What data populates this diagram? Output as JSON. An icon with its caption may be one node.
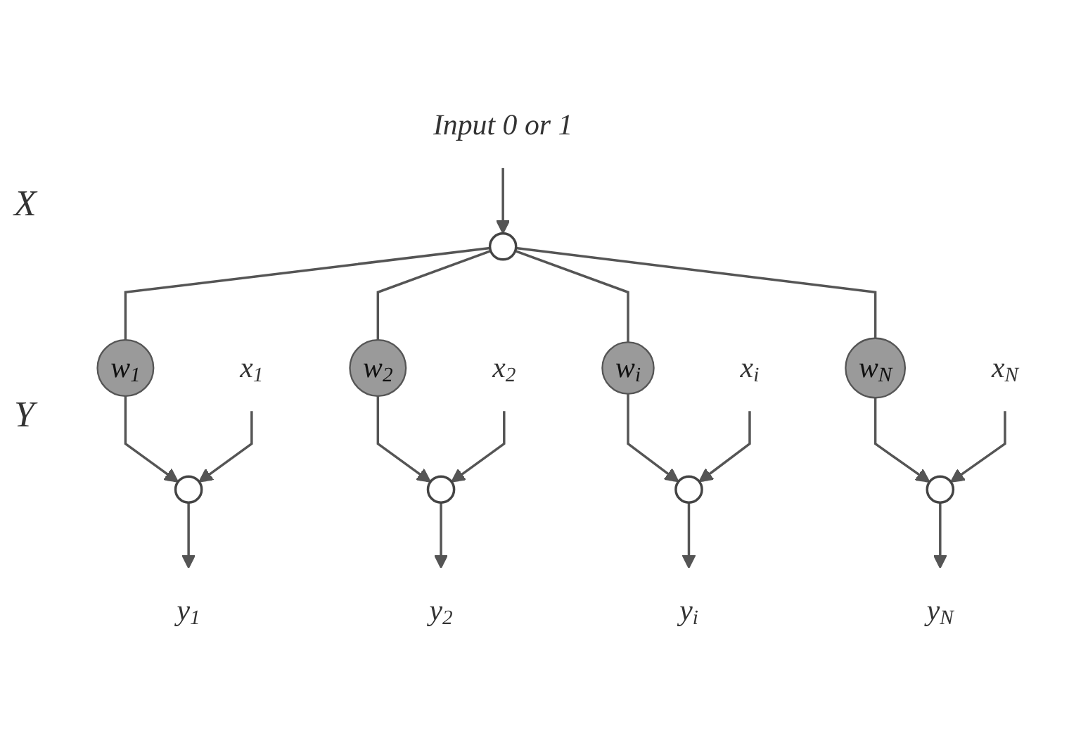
{
  "diagram": {
    "nodes": [
      {
        "text": [
          "Input 0 or 1"
        ]
      },
      {
        "text": [],
        "shape": "circle"
      },
      {
        "text": [
          "w$_{1}$"
        ]
      },
      {
        "text": [
          "w$_{2}$"
        ]
      },
      {
        "text": [
          "w$_{i}$"
        ]
      },
      {
        "text": [
          "w$_{N}$"
        ]
      },
      {
        "text": [
          "x$_{N}$"
        ]
      },
      {
        "text": [
          "x$_{i}$"
        ]
      },
      {
        "text": [
          "x$_{2}$"
        ]
      },
      {
        "text": [
          "x$_{1}$"
        ]
      },
      {
        "text": [],
        "shape": "circle"
      },
      {
        "text": [],
        "shape": "circle"
      },
      {
        "text": [],
        "shape": "circle"
      },
      {
        "text": [],
        "shape": "circle"
      },
      {
        "text": [
          "y$_{1}$"
        ]
      },
      {
        "text": [
          "y$_{2}$"
        ]
      },
      {
        "text": [
          "y$_{i}$"
        ]
      },
      {
        "text": [
          "y$_{N}$"
        ]
      }
    ],
    "edges": [
      {
        "from": 0,
        "to": 1,
        "arrow": "to"
      },
      {
        "from": 1,
        "to": 2,
        "arrow": "none"
      },
      {
        "from": 1,
        "to": 3,
        "arrow": "none"
      },
      {
        "from": 1,
        "to": 4,
        "arrow": "none"
      },
      {
        "from": 1,
        "to": 5,
        "arrow": "none"
      },
      {
        "from": 2,
        "to": 10,
        "arrow": "to"
      },
      {
        "from": 3,
        "to": 11,
        "arrow": "to"
      },
      {
        "from": 4,
        "to": 12,
        "arrow": "to"
      },
      {
        "from": 5,
        "to": 13,
        "arrow": "to"
      },
      {
        "from": 9,
        "to": 10,
        "arrow": "to"
      },
      {
        "from": 8,
        "to": 11,
        "arrow": "to"
      },
      {
        "from": 7,
        "to": 12,
        "arrow": "to"
      },
      {
        "from": 6,
        "to": 13,
        "arrow": "to"
      },
      {
        "from": 10,
        "to": 14,
        "arrow": "to"
      },
      {
        "from": 11,
        "to": 15,
        "arrow": "to"
      },
      {
        "from": 12,
        "to": 16,
        "arrow": "to"
      },
      {
        "from": 13,
        "to": 17,
        "arrow": "to"
      }
    ],
    "labels": [
      "X",
      "Y"
    ]
  }
}
